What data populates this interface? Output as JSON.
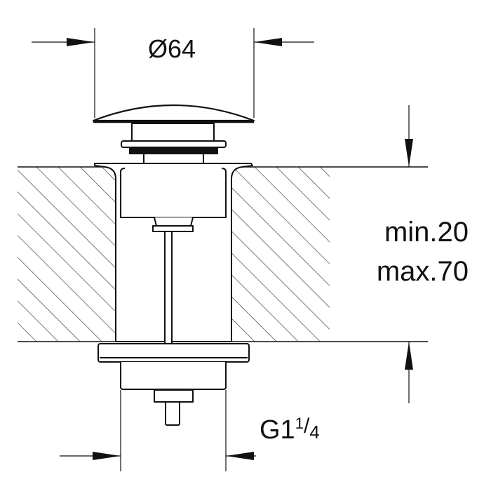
{
  "title": "Pop-up waste dimension drawing",
  "dimensions": {
    "diameter": "Ø64",
    "thickness_min": "min.20",
    "thickness_max": "max.70",
    "thread_main": "G1",
    "thread_num": "1",
    "thread_den": "4"
  },
  "colors": {
    "line": "#111111",
    "hatch": "#333333",
    "background": "#ffffff"
  }
}
